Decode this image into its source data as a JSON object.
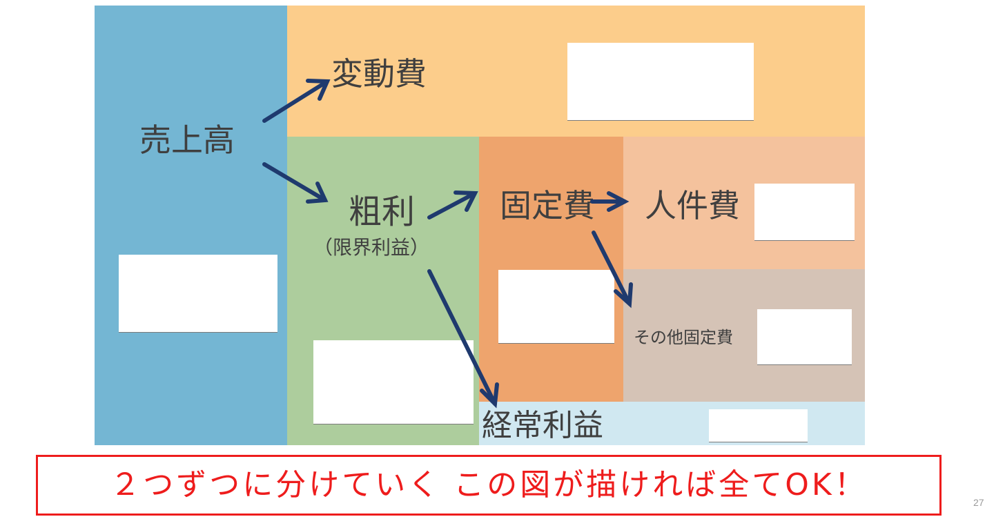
{
  "diagram": {
    "labels": {
      "sales": "売上高",
      "variable_cost": "変動費",
      "gross_profit": "粗利",
      "gross_profit_sub": "（限界利益）",
      "fixed_cost": "固定費",
      "personnel_cost": "人件費",
      "other_fixed_cost": "その他固定費",
      "ordinary_profit": "経常利益"
    },
    "colors": {
      "sales": "#74b6d3",
      "variable_cost": "#fccd8b",
      "gross_profit": "#adcd9d",
      "fixed_cost": "#eea46d",
      "personnel_cost": "#f4c29d",
      "other_fixed_cost": "#d5c3b6",
      "ordinary_profit": "#d0e8f1",
      "arrow": "#1f3a6e"
    }
  },
  "banner": {
    "text": "２つずつに分けていく この図が描ければ全てOK！",
    "color": "#ee1c1c"
  },
  "page_number": "27"
}
